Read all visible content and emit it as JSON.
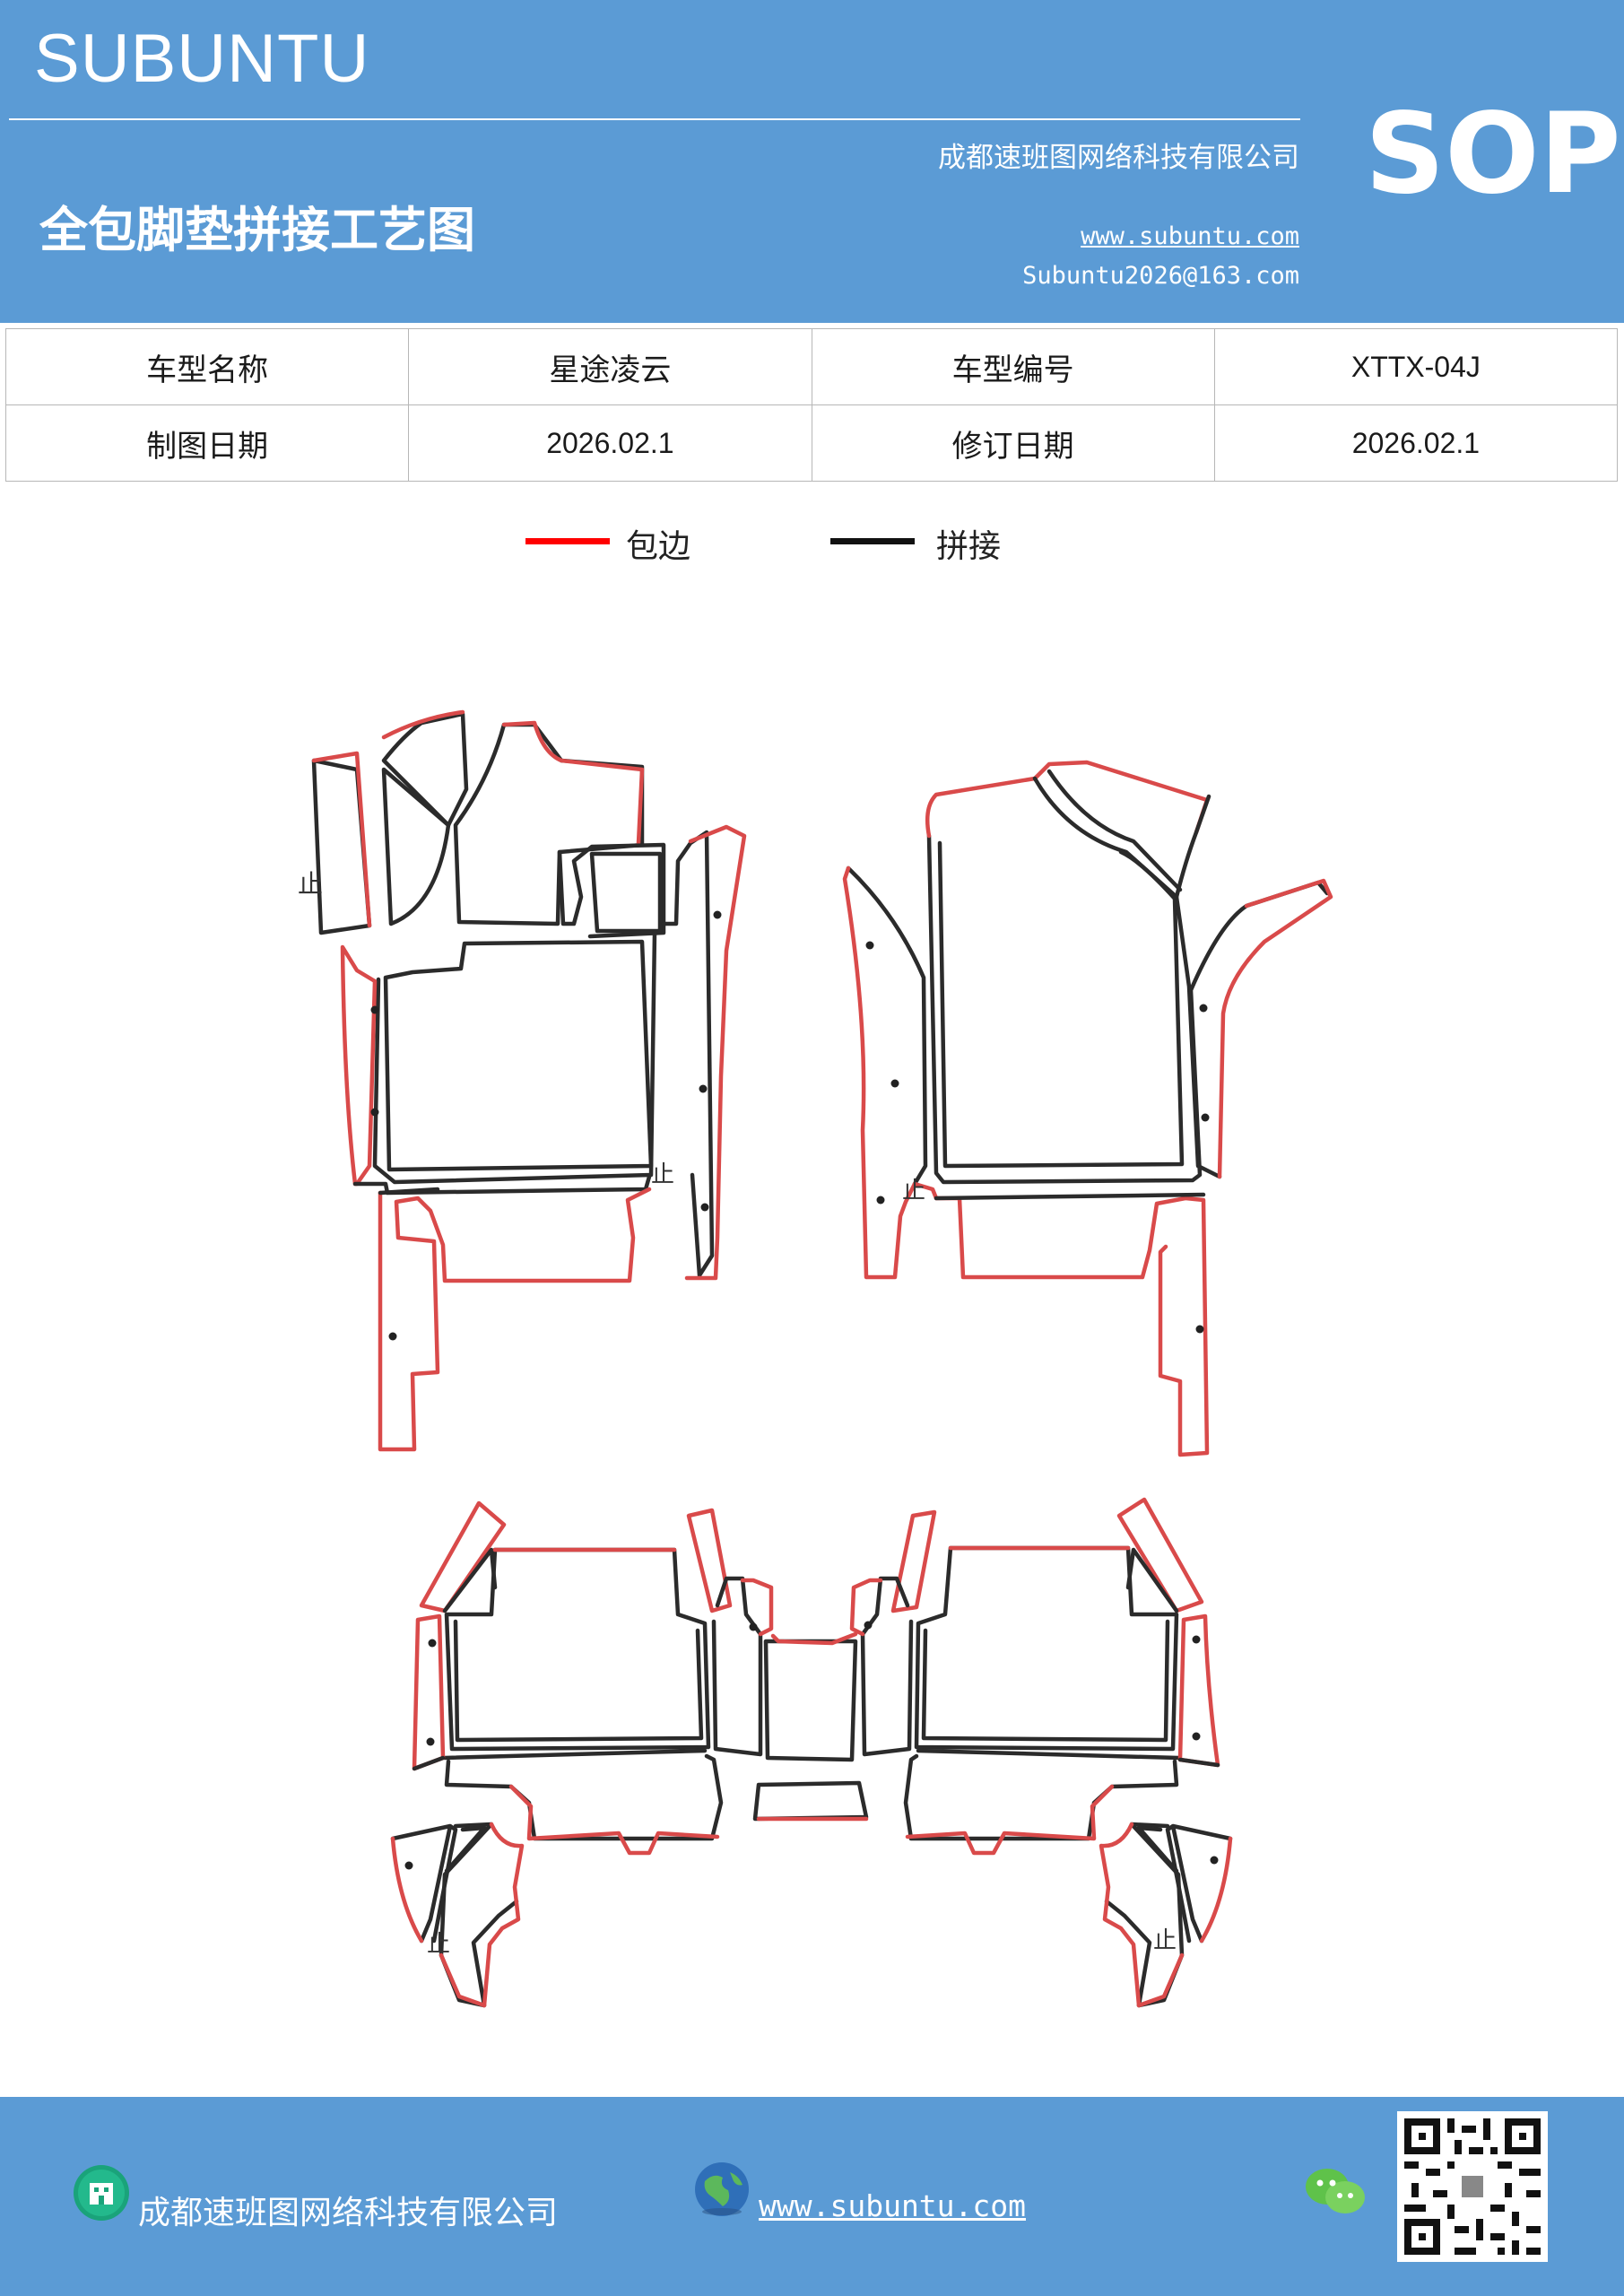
{
  "header": {
    "brand": "SUBUNTU",
    "title": "全包脚垫拼接工艺图",
    "company": "成都速班图网络科技有限公司",
    "website": "www.subuntu.com",
    "email": "Subuntu2026@163.com",
    "sop": "SOP"
  },
  "info_table": {
    "row1": [
      "车型名称",
      "星途凌云",
      "车型编号",
      "XTTX-04J"
    ],
    "row2": [
      "制图日期",
      "2026.02.1",
      "修订日期",
      "2026.02.1"
    ]
  },
  "legend": [
    {
      "label": "包边",
      "color": "#ff0000"
    },
    {
      "label": "拼接",
      "color": "#111111"
    }
  ],
  "diagram": {
    "stop_mark": "止",
    "colors": {
      "edge": "#d94a4a",
      "seam": "#2b2b2b"
    }
  },
  "footer": {
    "company": "成都速班图网络科技有限公司",
    "website": "www.subuntu.com",
    "building_icon": "building-icon",
    "globe_icon": "globe-icon",
    "wechat_icon": "wechat-icon",
    "qr_icon": "qr-code"
  }
}
